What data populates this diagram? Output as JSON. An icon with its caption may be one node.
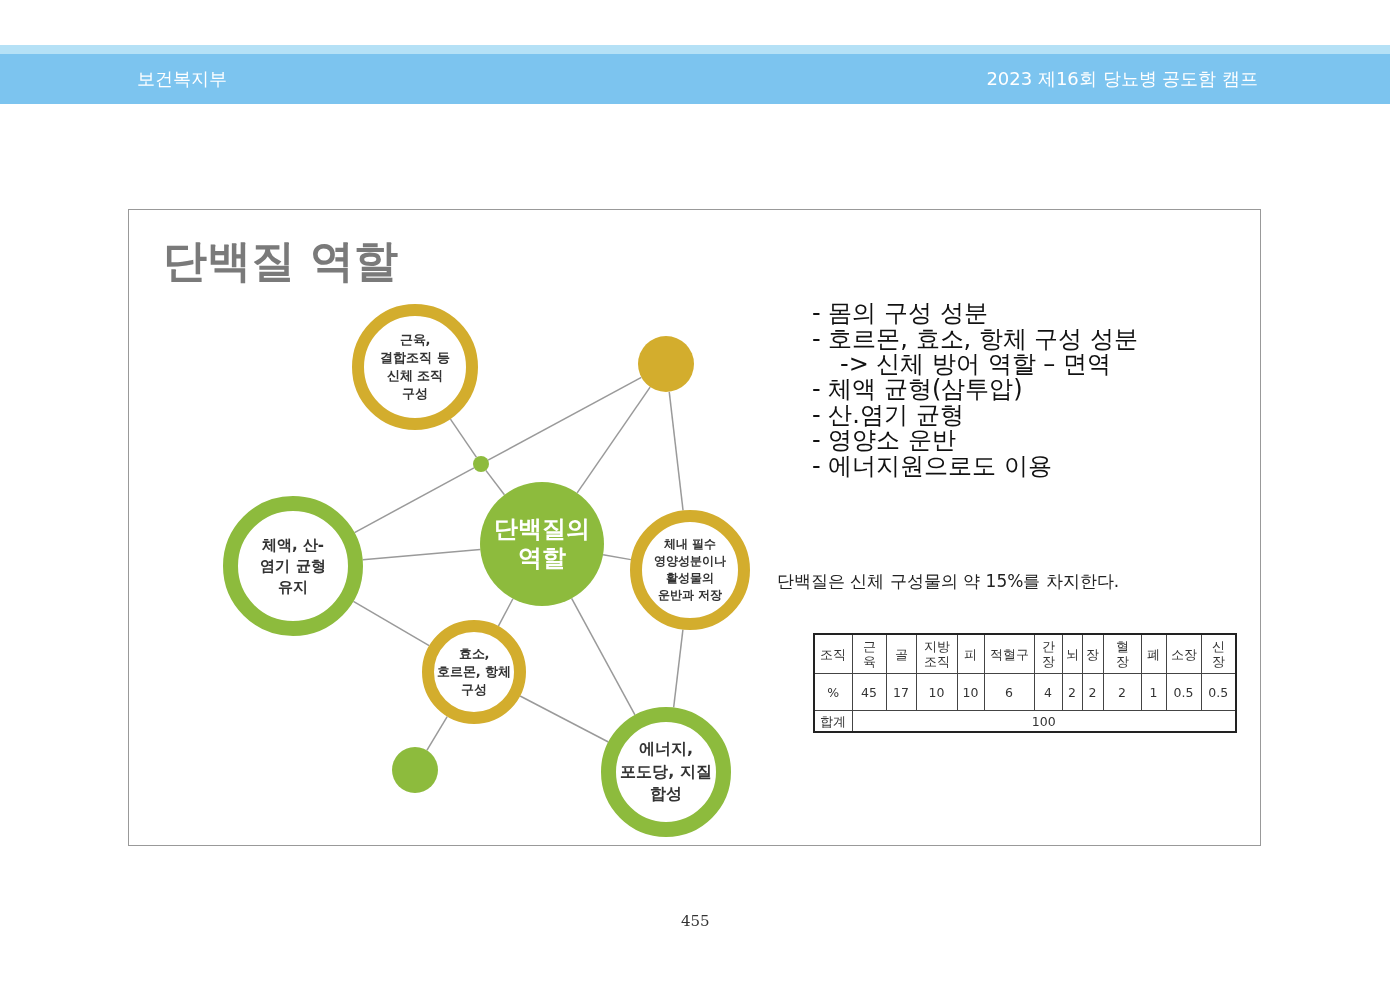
{
  "diagram": {
    "title": "단백질 역할",
    "nodes": [
      {
        "text": [
          "단백질의 역할"
        ]
      },
      {
        "text": [
          "근육, 결합조직 등 신체 조직 구성"
        ]
      },
      {
        "text": [],
        "shape": "circle"
      },
      {
        "text": [],
        "shape": "circle"
      },
      {
        "text": [
          "체액, 산-염기 균형 유지"
        ]
      },
      {
        "text": [
          "체내 필수 영양성분이나 활성물의 운반과 저장"
        ]
      },
      {
        "text": [
          "효소, 호르몬, 항체 구성"
        ]
      },
      {
        "text": [],
        "shape": "circle"
      },
      {
        "text": [
          "에너지, 포도당, 지질 합성"
        ]
      }
    ],
    "edges": [
      {
        "from": 1,
        "to": 3,
        "arrow": "none"
      },
      {
        "from": 3,
        "to": 0,
        "arrow": "none"
      },
      {
        "from": 4,
        "to": 3,
        "arrow": "none"
      },
      {
        "from": 3,
        "to": 2,
        "arrow": "none"
      },
      {
        "from": 2,
        "to": 0,
        "arrow": "none"
      },
      {
        "from": 2,
        "to": 5,
        "arrow": "none"
      },
      {
        "from": 4,
        "to": 0,
        "arrow": "none"
      },
      {
        "from": 0,
        "to": 5,
        "arrow": "none"
      },
      {
        "from": 4,
        "to": 6,
        "arrow": "none"
      },
      {
        "from": 0,
        "to": 6,
        "arrow": "none"
      },
      {
        "from": 6,
        "to": 7,
        "arrow": "none"
      },
      {
        "from": 6,
        "to": 8,
        "arrow": "none"
      },
      {
        "from": 0,
        "to": 8,
        "arrow": "none"
      },
      {
        "from": 5,
        "to": 8,
        "arrow": "none"
      }
    ],
    "labels": [
      "보건복지부",
      "2023 제16회 당뇨병 공도함 캠프",
      "- 몸의 구성 성분",
      "- 호르몬, 효소, 항체 구성 성분",
      "-> 신체 방어 역할 – 면역",
      "- 체액 균형(삼투압)",
      "- 산.염기 균형",
      "- 영양소 운반",
      "- 에너지원으로도 이용",
      "단백질은 신체 구성물의 약 15%를 차지한다.",
      "조직",
      "근육",
      "골",
      "지방 조직",
      "피",
      "적혈구",
      "간장",
      "뇌",
      "장",
      "혈장",
      "폐",
      "소장",
      "신장",
      "%",
      "45",
      "17",
      "10",
      "10",
      "6",
      "4",
      "2",
      "2",
      "2",
      "1",
      "0.5",
      "0.5",
      "합계",
      "100",
      "455"
    ]
  }
}
